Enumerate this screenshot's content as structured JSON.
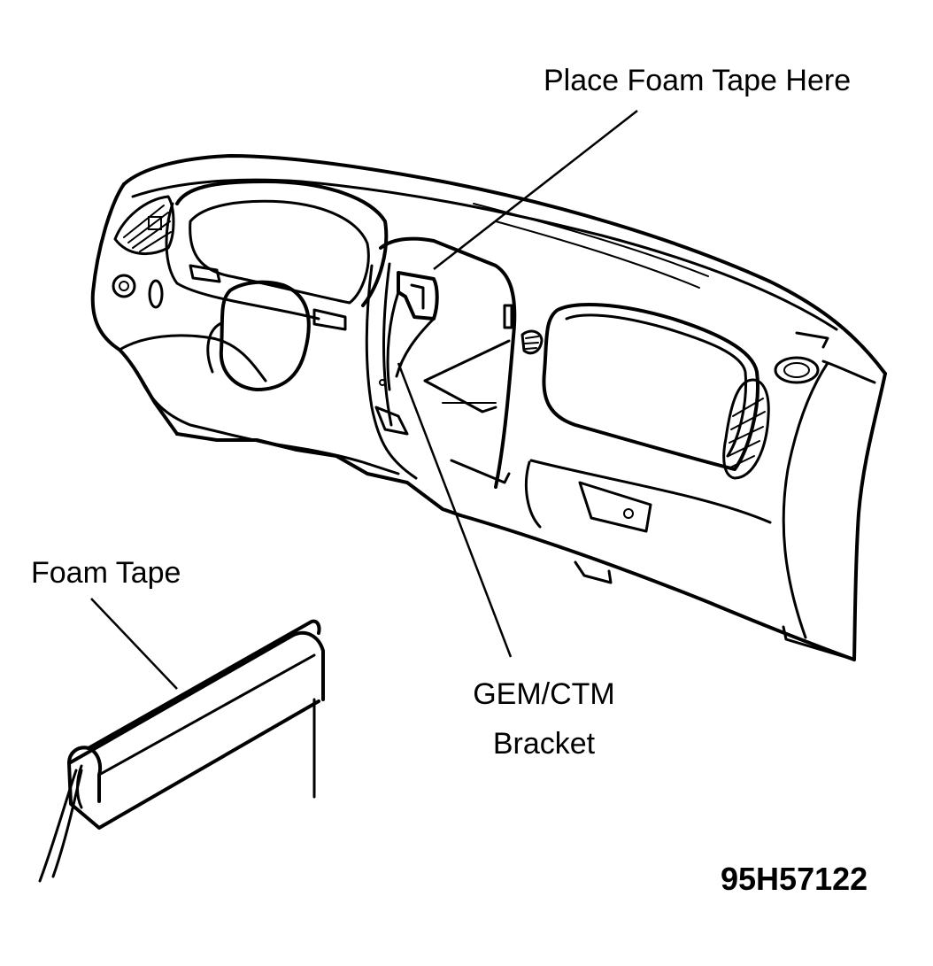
{
  "labels": {
    "place_foam_tape": "Place Foam Tape Here",
    "foam_tape": "Foam Tape",
    "gem_ctm": "GEM/CTM",
    "bracket": "Bracket",
    "figure_id": "95H57122"
  },
  "colors": {
    "ink": "#000000",
    "paper": "#ffffff"
  }
}
